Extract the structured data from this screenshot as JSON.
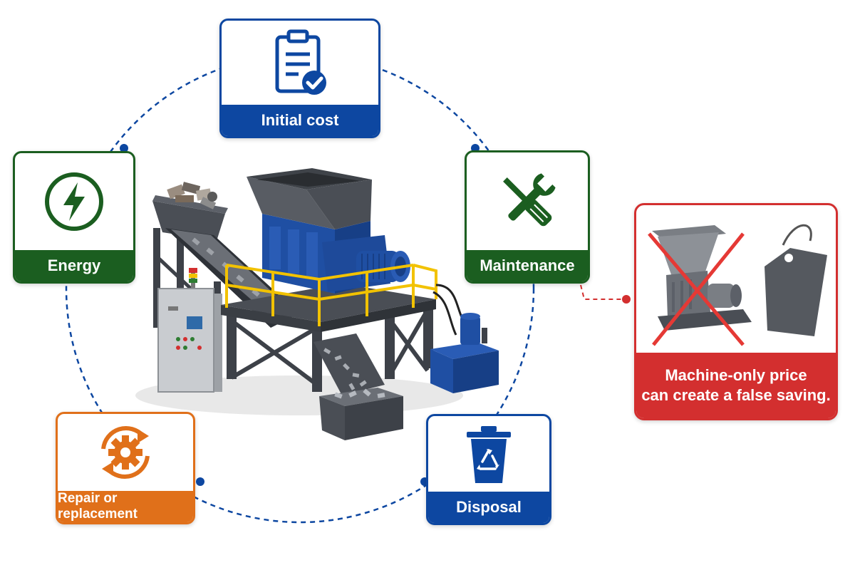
{
  "cycle": {
    "initial_cost": "Initial cost",
    "energy": "Energy",
    "maintenance": "Maintenance",
    "repair": "Repair or replacement",
    "disposal": "Disposal"
  },
  "warning": {
    "line1": "Machine-only price",
    "line2": "can create a false saving."
  },
  "colors": {
    "blue": "#0d47a1",
    "green": "#1b5e20",
    "orange": "#e0701a",
    "red": "#d32f2f",
    "machine_blue": "#1f4fa3",
    "steel": "#4a4e55",
    "rail": "#f2c200"
  },
  "icons": {
    "initial_cost": "clipboard-check-icon",
    "energy": "lightning-bolt-icon",
    "maintenance": "wrench-screwdriver-icon",
    "repair": "gear-cycle-icon",
    "disposal": "recycle-bin-icon"
  }
}
